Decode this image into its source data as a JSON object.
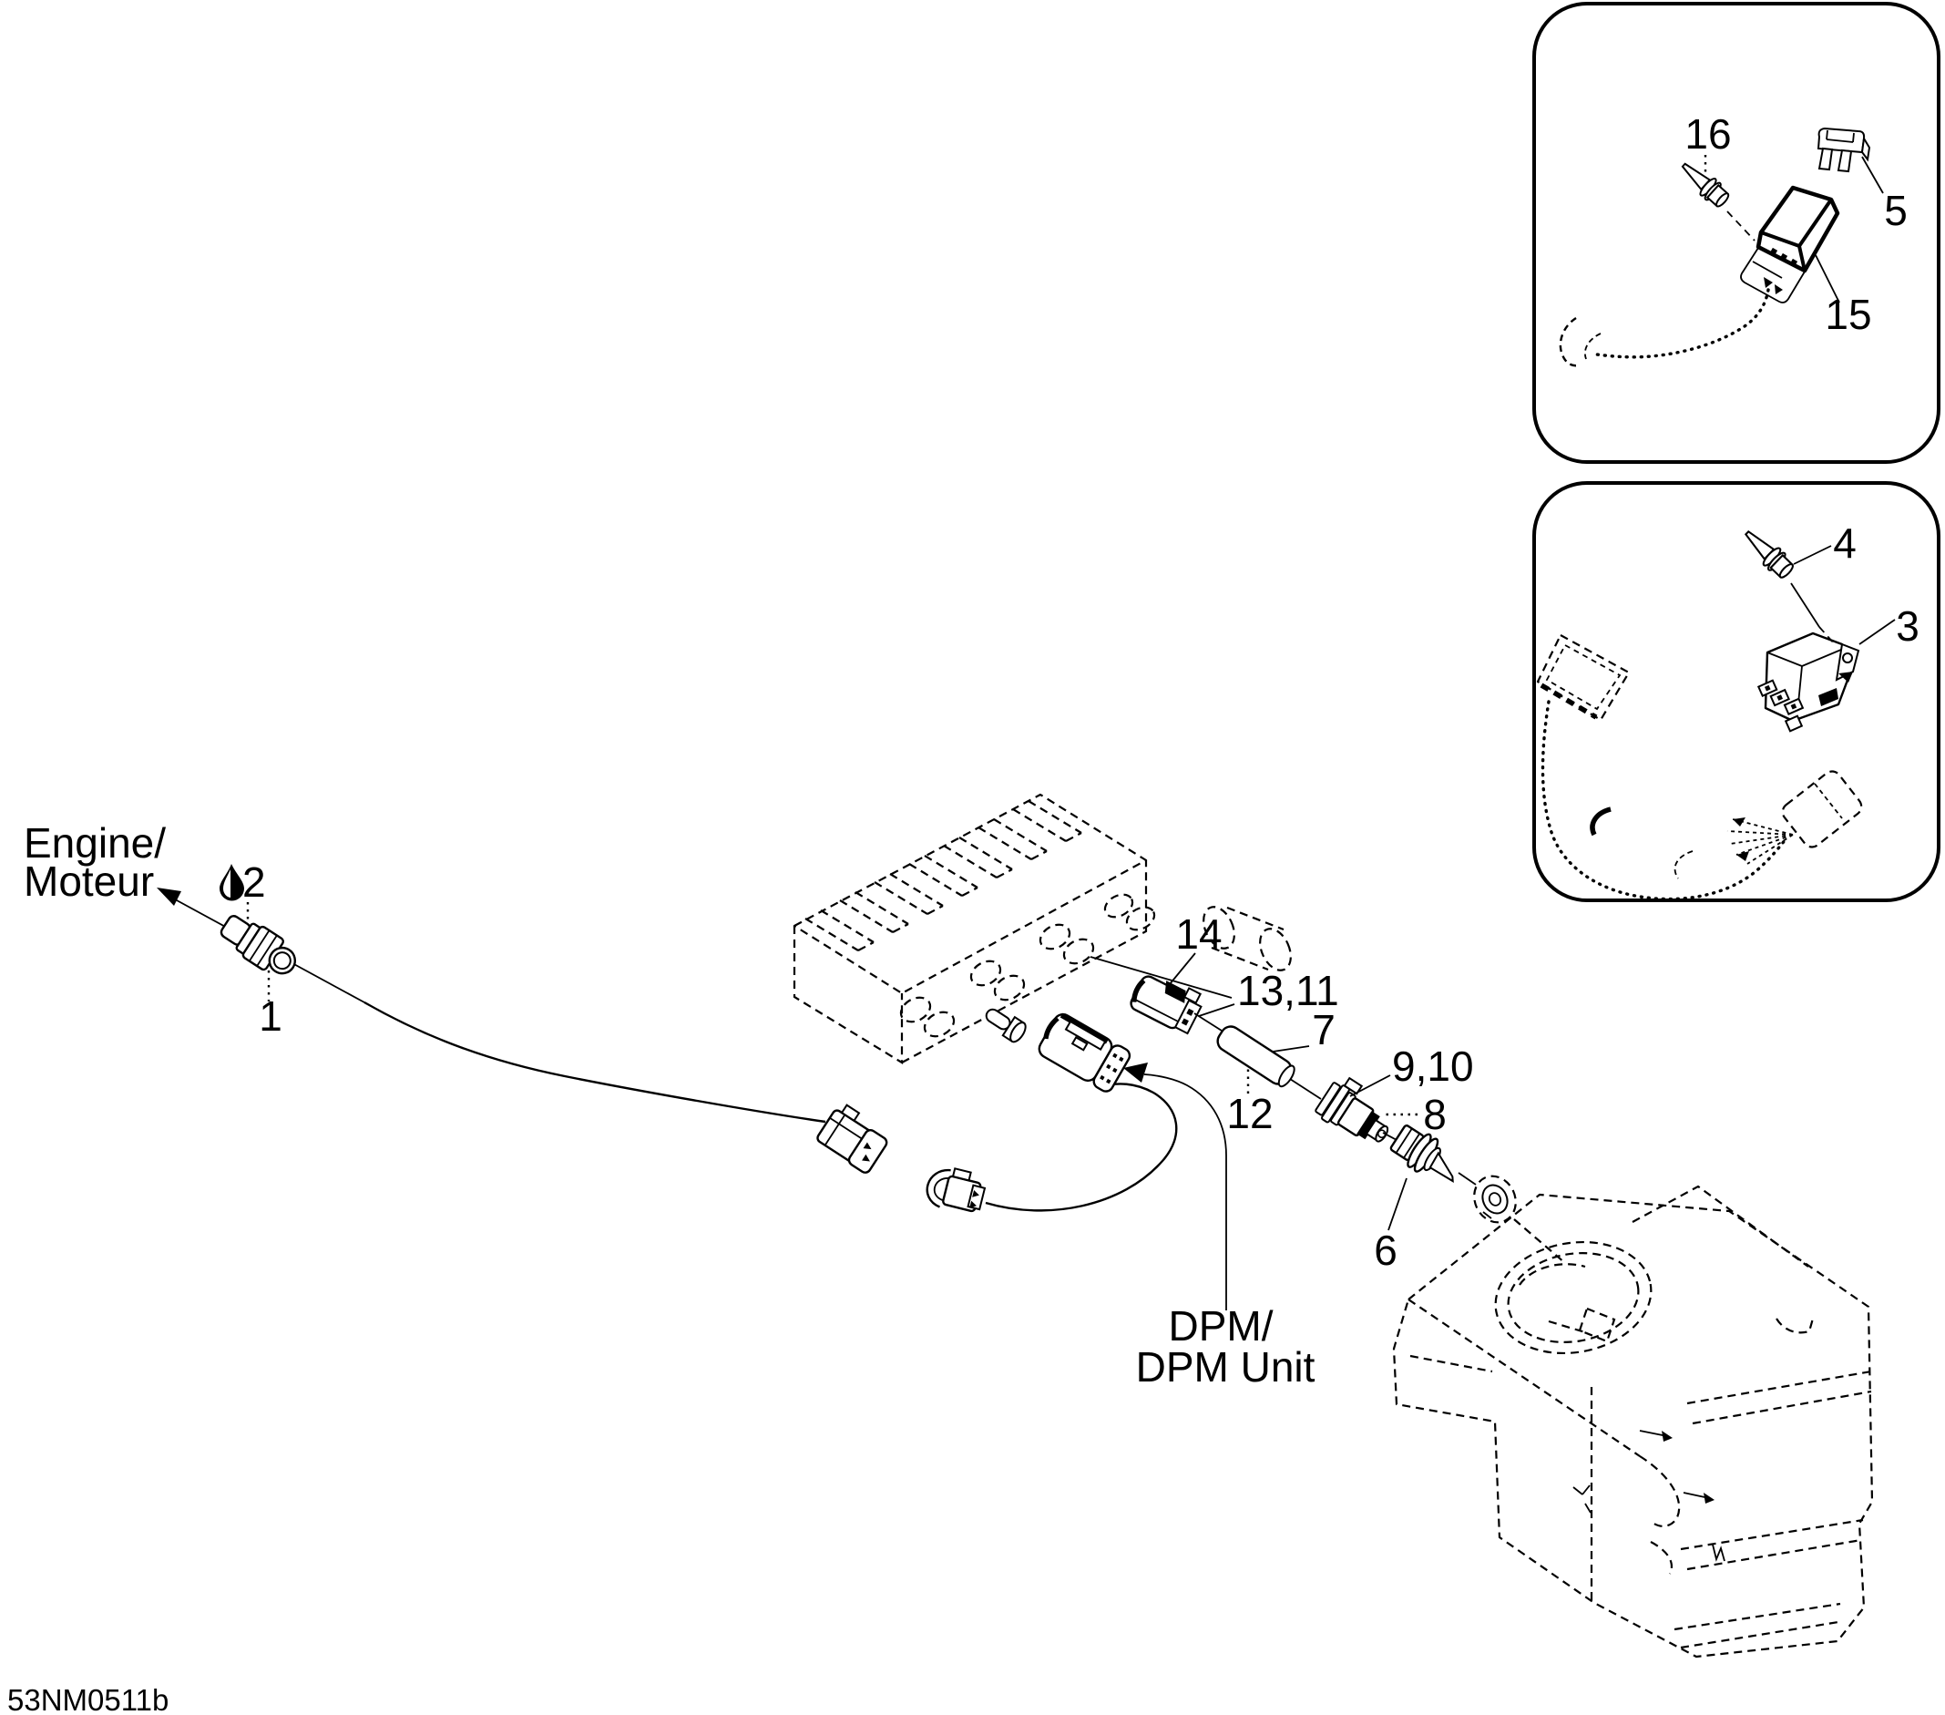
{
  "diagram": {
    "figure_code": "53NM0511b",
    "labels": {
      "engine_line1": "Engine/",
      "engine_line2": "Moteur",
      "dpm_line1": "DPM/",
      "dpm_line2": "DPM Unit"
    },
    "callouts": {
      "n1": "1",
      "n2": "2",
      "n3": "3",
      "n4": "4",
      "n5": "5",
      "n6": "6",
      "n7": "7",
      "n8": "8",
      "n9_10": "9,10",
      "n12": "12",
      "n13_11": "13,11",
      "n14": "14",
      "n15": "15",
      "n16": "16"
    },
    "icons": {
      "lubricant_drop": "oil-drop-icon"
    },
    "colors": {
      "ink": "#000000",
      "paper": "#ffffff"
    }
  }
}
